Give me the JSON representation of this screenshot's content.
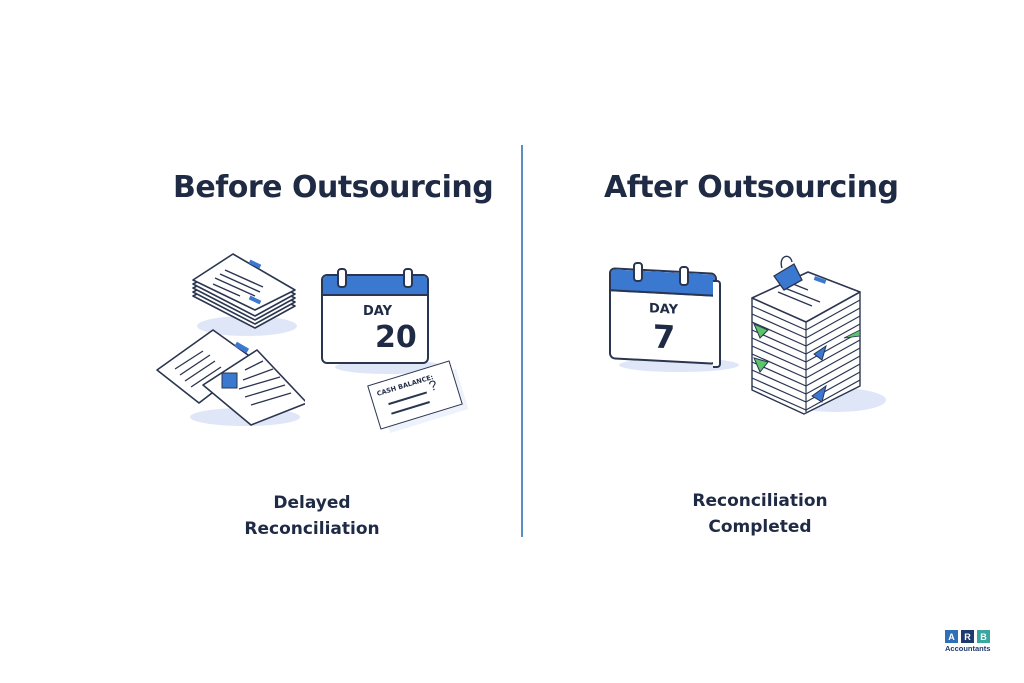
{
  "before": {
    "title": "Before Outsourcing",
    "calendar": {
      "day_label": "DAY",
      "day_number": "20"
    },
    "note_text": "CASH BALANCE:",
    "note_mark": "?",
    "caption_line1": "Delayed",
    "caption_line2": "Reconciliation"
  },
  "after": {
    "title": "After Outsourcing",
    "calendar": {
      "day_label": "DAY",
      "day_number": "7"
    },
    "caption_line1": "Reconciliation",
    "caption_line2": "Completed"
  },
  "logo": {
    "letters": [
      "A",
      "R",
      "B"
    ],
    "colors": [
      "#2e6fb8",
      "#1f3a6e",
      "#3aa8a0"
    ],
    "name": "Accountants"
  },
  "colors": {
    "accent_blue": "#3b78d0",
    "text_dark": "#1f2a44",
    "divider": "#5b8fc4",
    "tab_green": "#5cc46a"
  }
}
